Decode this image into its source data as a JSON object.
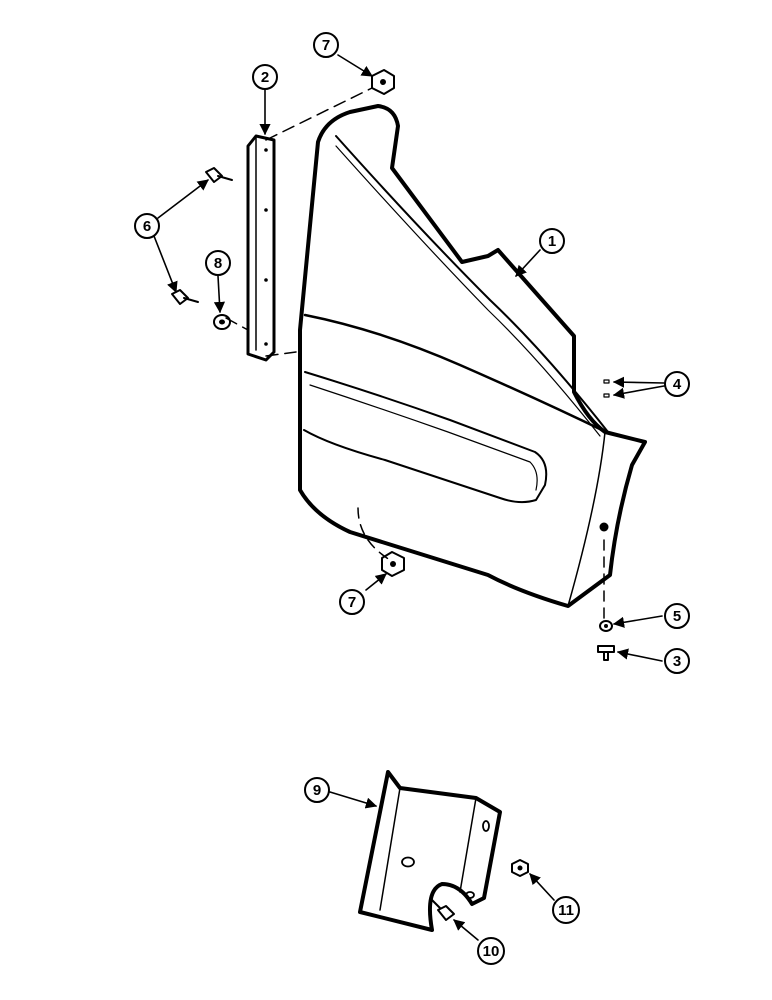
{
  "diagram": {
    "colors": {
      "ink": "#000000",
      "paper": "#ffffff"
    },
    "callouts": [
      {
        "id": "c1",
        "label": "1"
      },
      {
        "id": "c2",
        "label": "2"
      },
      {
        "id": "c3",
        "label": "3"
      },
      {
        "id": "c4",
        "label": "4"
      },
      {
        "id": "c5",
        "label": "5"
      },
      {
        "id": "c6",
        "label": "6"
      },
      {
        "id": "c7a",
        "label": "7"
      },
      {
        "id": "c7b",
        "label": "7"
      },
      {
        "id": "c8",
        "label": "8"
      },
      {
        "id": "c9",
        "label": "9"
      },
      {
        "id": "c10",
        "label": "10"
      },
      {
        "id": "c11",
        "label": "11"
      }
    ]
  }
}
